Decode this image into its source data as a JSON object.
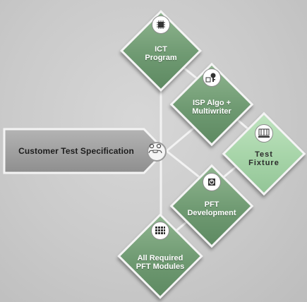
{
  "spec": {
    "label": "Customer Test Specification",
    "icon": "people-meeting-icon"
  },
  "nodes": [
    {
      "key": "ict",
      "lines": [
        "ICT",
        "Program"
      ],
      "icon": "chip-icon",
      "style": "dark"
    },
    {
      "key": "isp",
      "lines": [
        "ISP Algo +",
        "Multiwriter"
      ],
      "icon": "key-chip-icon",
      "style": "dark"
    },
    {
      "key": "fixture",
      "lines": [
        "Test",
        "Fixture"
      ],
      "icon": "test-fixture-icon",
      "style": "light"
    },
    {
      "key": "pft",
      "lines": [
        "PFT",
        "Development"
      ],
      "icon": "power-chip-icon",
      "style": "dark"
    },
    {
      "key": "modules",
      "lines": [
        "All Required",
        "PFT Modules"
      ],
      "icon": "module-grid-icon",
      "style": "dark"
    }
  ],
  "colors": {
    "dark_green": "#6f9a72",
    "light_green": "#a6d4a8",
    "spec_gray": "#9b9b9b",
    "connector": "#f2f2f2"
  }
}
